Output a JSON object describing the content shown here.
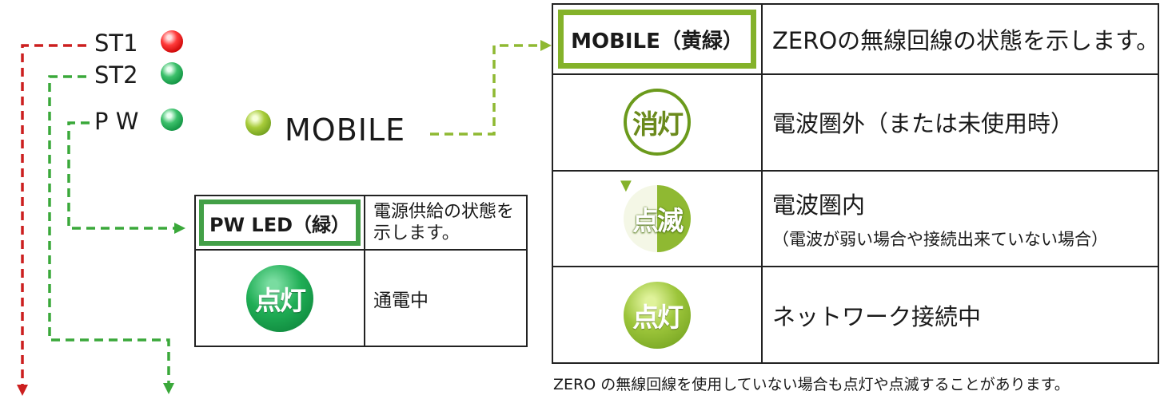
{
  "leds": [
    {
      "label": "ST1",
      "color": "#e01b1b"
    },
    {
      "label": "ST2",
      "color": "#17a34a"
    },
    {
      "label": "P W",
      "color": "#17a34a"
    }
  ],
  "mobile_led": {
    "label": "MOBILE",
    "color": "#84b22a"
  },
  "pw_table": {
    "header": "PW LED（緑）",
    "description": "電源供給の状態を示します。",
    "rows": [
      {
        "badge": "点灯",
        "status": "通電中"
      }
    ]
  },
  "mobile_table": {
    "header": "MOBILE（黄緑）",
    "description": "ZEROの無線回線の状態を示します。",
    "rows": [
      {
        "badge": "消灯",
        "status": "電波圏外（または未使用時）",
        "sub": ""
      },
      {
        "badge": "点滅",
        "status": "電波圏内",
        "sub": "（電波が弱い場合や接続出来ていない場合）"
      },
      {
        "badge": "点灯",
        "status": "ネットワーク接続中",
        "sub": ""
      }
    ]
  },
  "footnote": "ZERO の無線回線を使用していない場合も点灯や点滅することがあります。",
  "colors": {
    "red_line": "#cc1f1f",
    "green_line": "#3aa83a",
    "olive_line": "#8fb932",
    "pw_border": "#43a047",
    "mobile_border": "#84b22a"
  }
}
